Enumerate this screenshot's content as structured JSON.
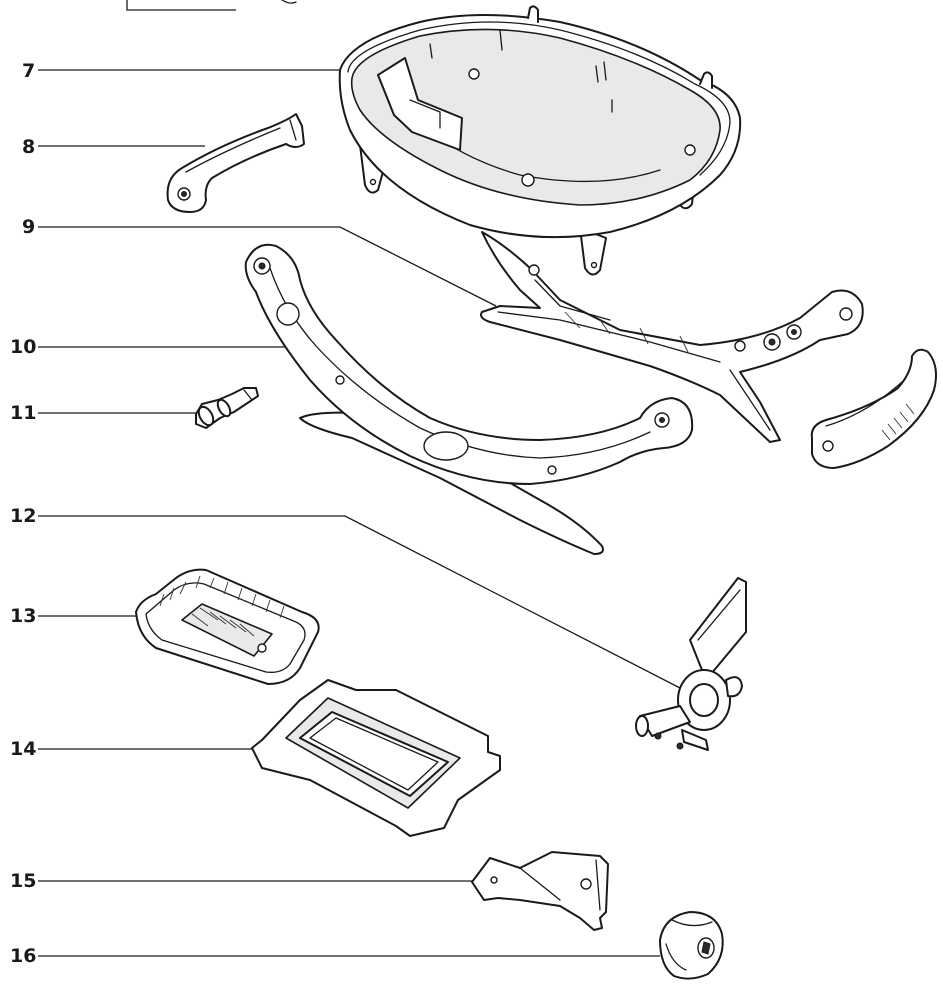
{
  "diagram": {
    "callouts": [
      {
        "id": "7",
        "label": "7"
      },
      {
        "id": "8",
        "label": "8"
      },
      {
        "id": "9",
        "label": "9"
      },
      {
        "id": "10",
        "label": "10"
      },
      {
        "id": "11",
        "label": "11"
      },
      {
        "id": "12",
        "label": "12"
      },
      {
        "id": "13",
        "label": "13"
      },
      {
        "id": "14",
        "label": "14"
      },
      {
        "id": "15",
        "label": "15"
      },
      {
        "id": "16",
        "label": "16"
      }
    ],
    "parts": [
      {
        "callout": "7",
        "name": "bowl-icon"
      },
      {
        "callout": "8",
        "name": "left-handle-icon"
      },
      {
        "callout": "9",
        "name": "rear-leg-frame-icon"
      },
      {
        "callout": "10",
        "name": "front-leg-frame-icon"
      },
      {
        "callout": "11",
        "name": "pin-icon"
      },
      {
        "callout": "12",
        "name": "regulator-valve-icon"
      },
      {
        "callout": "13",
        "name": "drip-pan-icon"
      },
      {
        "callout": "14",
        "name": "catch-pan-holder-icon"
      },
      {
        "callout": "15",
        "name": "mounting-bracket-icon"
      },
      {
        "callout": "16",
        "name": "control-knob-icon"
      }
    ],
    "colors": {
      "line": "#1a1a1a",
      "background": "#ffffff"
    }
  }
}
